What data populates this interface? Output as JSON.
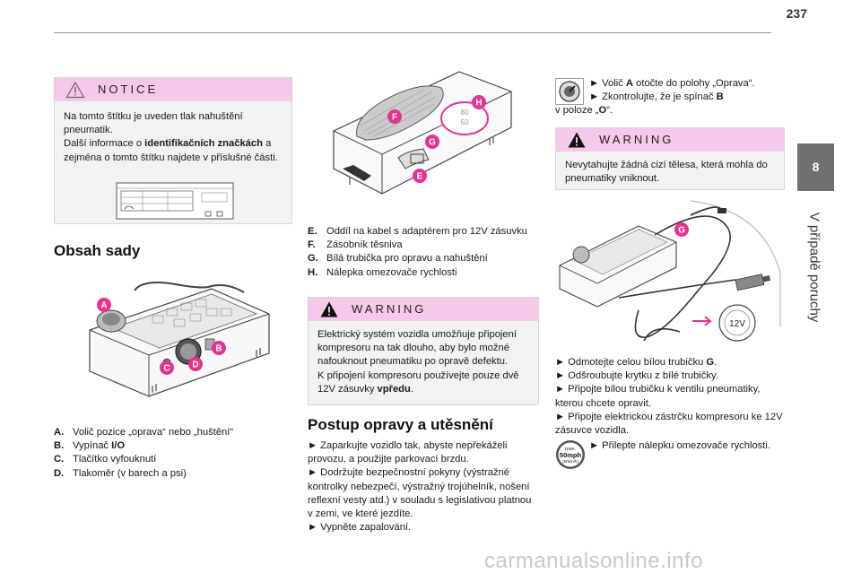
{
  "page_number": "237",
  "side_tab": {
    "number": "8",
    "title": "V případě poruchy"
  },
  "notice": {
    "title": "NOTICE",
    "text1": "Na tomto štítku je uveden tlak nahuštění pneumatik.",
    "text2_pre": "Další informace o ",
    "text2_bold": "identifikačních značkách",
    "text2_post": " a zejména o tomto štítku najdete v příslušné části."
  },
  "kit_section": {
    "heading": "Obsah sady",
    "legend": [
      {
        "key": "A.",
        "text": "Volič pozice „oprava“ nebo „huštění“"
      },
      {
        "key": "B.",
        "text": "Vypínač ",
        "bold": "I/O"
      },
      {
        "key": "C.",
        "text": "Tlačítko vyfouknutí"
      },
      {
        "key": "D.",
        "text": "Tlakoměr (v barech a psi)"
      }
    ],
    "image_labels": [
      "A",
      "B",
      "C",
      "D"
    ]
  },
  "middle_column": {
    "image_labels": [
      "F",
      "G",
      "E",
      "H"
    ],
    "legend": [
      {
        "key": "E.",
        "text": "Oddíl na kabel s adaptérem pro 12V zásuvku"
      },
      {
        "key": "F.",
        "text": "Zásobník těsniva"
      },
      {
        "key": "G.",
        "text": "Bílá trubička pro opravu a nahuštění"
      },
      {
        "key": "H.",
        "text": "Nálepka omezovače rychlosti"
      }
    ],
    "warning": {
      "title": "WARNING",
      "text1": "Elektrický systém vozidla umožňuje připojení kompresoru na tak dlouho, aby bylo možné nafouknout pneumatiku po opravě defektu.",
      "text2_pre": "K připojení kompresoru používejte pouze dvě 12V zásuvky ",
      "text2_bold": "vpředu",
      "text2_post": "."
    },
    "repair_heading": "Postup opravy a utěsnění",
    "steps": [
      "► Zaparkujte vozidlo tak, abyste nepřekáželi provozu, a použijte parkovací brzdu.",
      "► Dodržujte bezpečnostní pokyny (výstražné kontrolky nebezpečí, výstražný trojúhelník, nošení reflexní vesty atd.) v souladu s legislativou platnou v zemi, ve které jezdíte.",
      "► Vypněte zapalování."
    ]
  },
  "right_column": {
    "step_a_pre": "► Volič ",
    "step_a_bold": "A",
    "step_a_post": " otočte do polohy „Oprava“.",
    "step_b_pre": "► Zkontrolujte, že je spínač ",
    "step_b_bold": "B",
    "step_b_post": " v poloze „",
    "step_b_bold2": "O",
    "step_b_end": "“.",
    "warning": {
      "title": "WARNING",
      "text": "Nevytahujte žádná cizí tělesa, která mohla do pneumatiky vniknout."
    },
    "image_label_g": "G",
    "socket_label": "12V",
    "steps": [
      {
        "pre": "► Odmotejte celou bílou trubičku ",
        "bold": "G",
        "post": "."
      },
      {
        "pre": "► Odšroubujte krytku z bílé trubičky.",
        "bold": "",
        "post": ""
      },
      {
        "pre": "► Připojte bílou trubičku k ventilu pneumatiky, kterou chcete opravit.",
        "bold": "",
        "post": ""
      },
      {
        "pre": "► Připojte elektrickou zástrčku kompresoru ke 12V zásuvce vozidla.",
        "bold": "",
        "post": ""
      }
    ],
    "sticker_step": "► Přilepte nálepku omezovače rychlosti.",
    "badge": {
      "line1": "max.",
      "line2": "50mph",
      "line3": "(80km/h)"
    }
  },
  "watermark": "carmanualsonline.info",
  "colors": {
    "warning_head": "#f4c9ea",
    "accent": "#e6338f",
    "tab": "#707070"
  }
}
